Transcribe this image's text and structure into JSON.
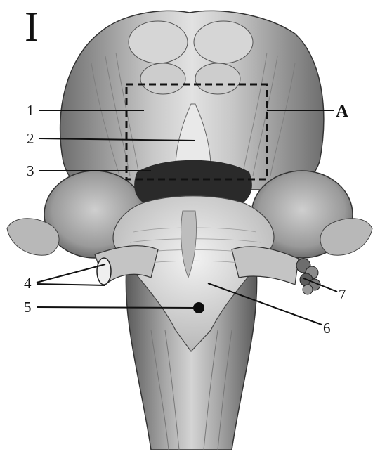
{
  "figure": {
    "panel_label": "I",
    "region_label": "A",
    "labels": [
      {
        "id": "1",
        "text": "1"
      },
      {
        "id": "2",
        "text": "2"
      },
      {
        "id": "3",
        "text": "3"
      },
      {
        "id": "4",
        "text": "4"
      },
      {
        "id": "5",
        "text": "5"
      },
      {
        "id": "6",
        "text": "6"
      },
      {
        "id": "7",
        "text": "7"
      }
    ]
  },
  "colors": {
    "tissue_light": "#d9d9d9",
    "tissue_mid": "#9c9c9c",
    "tissue_dark": "#3a3a3a",
    "outline": "#222222"
  }
}
